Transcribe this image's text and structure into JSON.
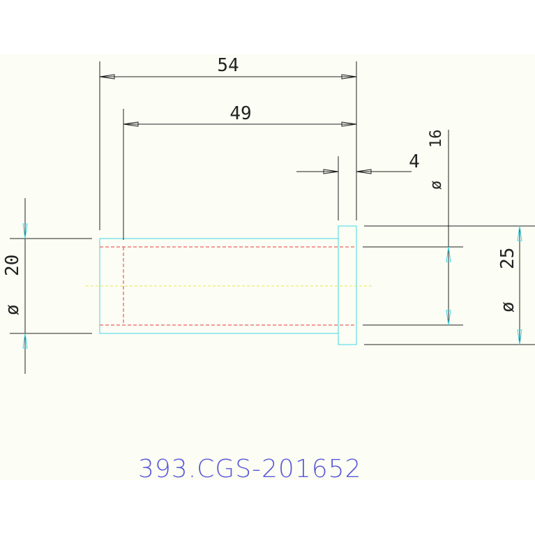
{
  "dimensions": {
    "overall_length": "54",
    "bore_depth": "49",
    "flange_thickness": "4",
    "bore_diameter": "16",
    "shaft_diameter": "20",
    "flange_diameter": "25",
    "diameter_symbol": "ø"
  },
  "part_number": "393.CGS-201652",
  "colors": {
    "outline": "#3fd6e6",
    "hidden": "#e53a3a",
    "center": "#e6e64a",
    "dimension": "#222222",
    "arrow": "#3fd6e6",
    "part_text": "#5a5ad8",
    "background": "#fcfdf4"
  }
}
